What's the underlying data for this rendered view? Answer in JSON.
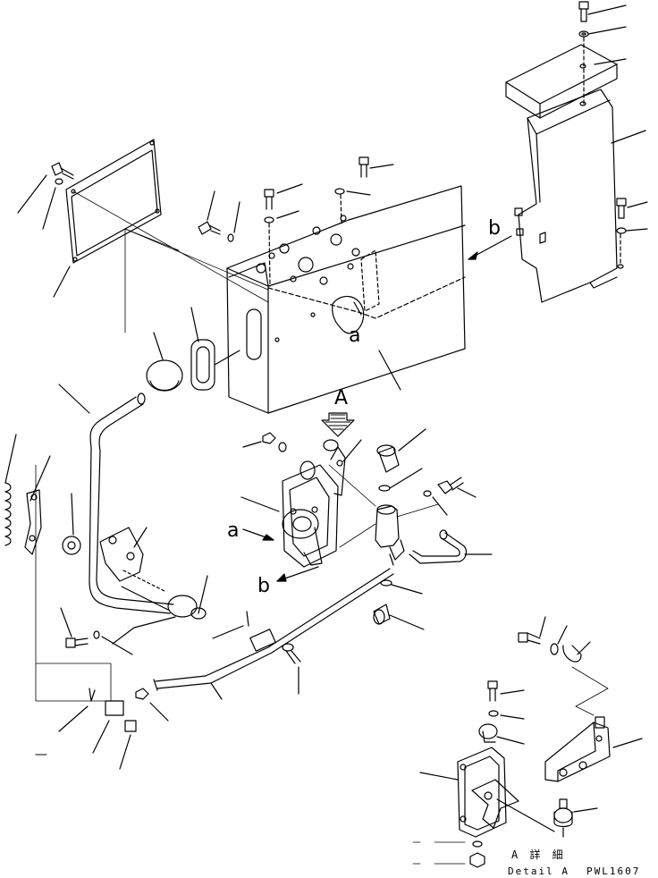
{
  "diagram": {
    "callouts": {
      "view_a": "A",
      "view_a_lower": "a",
      "view_b_lower": "b",
      "top_a": "a",
      "top_b": "b"
    },
    "detail_title_jp": "A 詳 細",
    "detail_title_en": "Detail A",
    "drawing_code": "PWL1607"
  }
}
